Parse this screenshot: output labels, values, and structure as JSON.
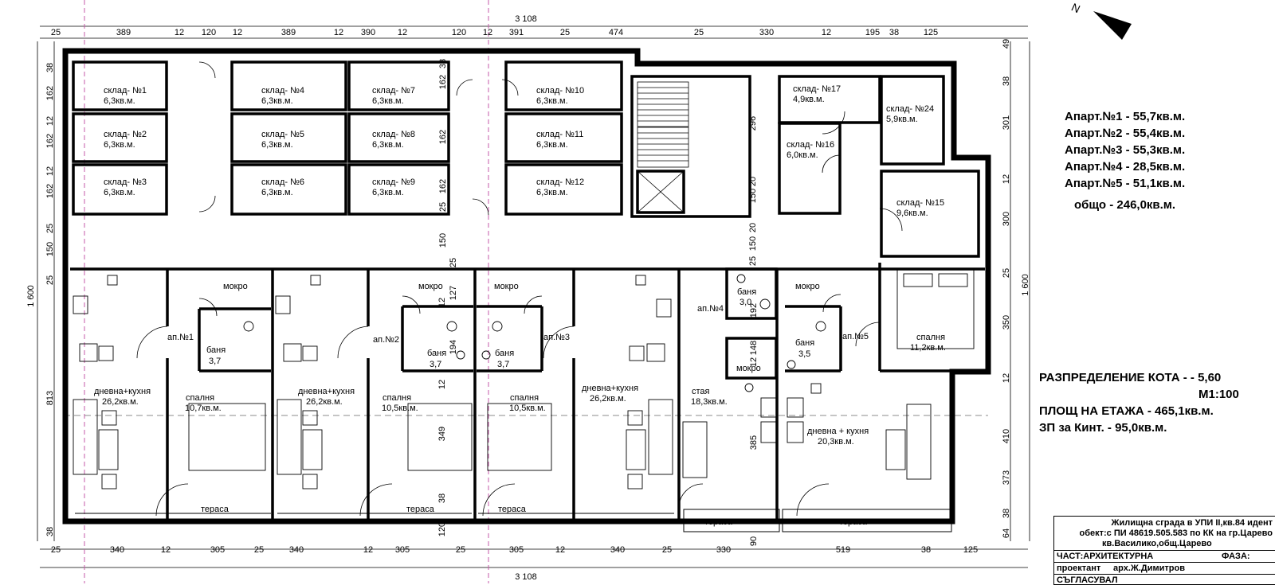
{
  "dimensions": {
    "top_total": "3 108",
    "bottom_total": "3 108",
    "left_total": "1 600",
    "right_total": "1 600",
    "top": [
      "25",
      "389",
      "12",
      "120",
      "12",
      "389",
      "12",
      "390",
      "12",
      "120",
      "12",
      "391",
      "25",
      "474",
      "25",
      "330",
      "12",
      "195",
      "38",
      "125"
    ],
    "bottom": [
      "25",
      "340",
      "12",
      "305",
      "25",
      "340",
      "12",
      "305",
      "25",
      "305",
      "12",
      "340",
      "25",
      "330",
      "519",
      "38",
      "125"
    ],
    "left": [
      "38",
      "162",
      "12",
      "162",
      "12",
      "162",
      "25",
      "150",
      "25",
      "813",
      "38"
    ],
    "right": [
      "49",
      "38",
      "301",
      "12",
      "300",
      "25",
      "350",
      "12",
      "410",
      "373",
      "38",
      "64"
    ],
    "inner": [
      "38",
      "162",
      "162",
      "162",
      "25",
      "150",
      "25",
      "296",
      "20",
      "150",
      "20",
      "150",
      "25",
      "127",
      "12",
      "194",
      "12",
      "349",
      "38",
      "120",
      "90",
      "192",
      "148",
      "12",
      "385"
    ]
  },
  "storage": [
    {
      "name": "склад- №1",
      "area": "6,3кв.м."
    },
    {
      "name": "склад- №2",
      "area": "6,3кв.м."
    },
    {
      "name": "склад- №3",
      "area": "6,3кв.м."
    },
    {
      "name": "склад- №4",
      "area": "6,3кв.м."
    },
    {
      "name": "склад- №5",
      "area": "6,3кв.м."
    },
    {
      "name": "склад- №6",
      "area": "6,3кв.м."
    },
    {
      "name": "склад- №7",
      "area": "6,3кв.м."
    },
    {
      "name": "склад- №8",
      "area": "6,3кв.м."
    },
    {
      "name": "склад- №9",
      "area": "6,3кв.м."
    },
    {
      "name": "склад- №10",
      "area": "6,3кв.м."
    },
    {
      "name": "склад- №11",
      "area": "6,3кв.м."
    },
    {
      "name": "склад- №12",
      "area": "6,3кв.м."
    },
    {
      "name": "склад- №17",
      "area": "4,9кв.м."
    },
    {
      "name": "склад- №24",
      "area": "5,9кв.м."
    },
    {
      "name": "склад- №16",
      "area": "6,0кв.м."
    },
    {
      "name": "склад- №15",
      "area": "9,6кв.м."
    }
  ],
  "rooms": {
    "living": [
      {
        "name": "дневна+кухня",
        "area": "26,2кв.м."
      },
      {
        "name": "дневна+кухня",
        "area": "26,2кв.м."
      },
      {
        "name": "дневна+кухня",
        "area": "26,2кв.м."
      },
      {
        "name": "дневна + кухня",
        "area": "20,3кв.м."
      }
    ],
    "room4": {
      "name": "стая",
      "area": "18,3кв.м."
    },
    "bedrooms": [
      {
        "name": "спалня",
        "area": "10,7кв.м."
      },
      {
        "name": "спалня",
        "area": "10,5кв.м."
      },
      {
        "name": "спалня",
        "area": "10,5кв.м."
      },
      {
        "name": "спалня",
        "area": "11,2кв.м."
      }
    ],
    "baths": [
      {
        "name": "баня",
        "area": "3,7"
      },
      {
        "name": "баня",
        "area": "3,7"
      },
      {
        "name": "баня",
        "area": "3,7"
      },
      {
        "name": "баня",
        "area": "3,0"
      },
      {
        "name": "баня",
        "area": "3,5"
      }
    ],
    "wet": "мокро",
    "apts": [
      "ап.№1",
      "ап.№2",
      "ап.№3",
      "ап.№4",
      "ап.№5"
    ],
    "terrace": "тераса"
  },
  "summary": {
    "lines": [
      "Апарт.№1 - 55,7кв.м.",
      "Апарт.№2 - 55,4кв.м.",
      "Апарт.№3 - 55,3кв.м.",
      "Апарт.№4 - 28,5кв.м.",
      "Апарт.№5 - 51,1кв.м."
    ],
    "total": "общо - 246,0кв.м."
  },
  "floor_info": {
    "line1": "РАЗПРЕДЕЛЕНИЕ КОТА - - 5,60",
    "line2": "М1:100",
    "line3": "ПЛОЩ НА ЕТАЖА - 465,1кв.м.",
    "line4": "ЗП за Кинт. - 95,0кв.м."
  },
  "title_block": {
    "title1": "Жилищна сграда в УПИ II,кв.84 идент",
    "title2": "обект:с ПИ 48619.505.583 по КК на гр.Царево",
    "title3": "кв.Василико,общ.Царево",
    "part": "ЧАСТ:АРХИТЕКТУРНА",
    "phase": "ФАЗА:",
    "designer_label": "проектант",
    "designer": "арх.Ж.Димитров",
    "agreed": "СЪГЛАСУВАЛ"
  },
  "north": "N"
}
